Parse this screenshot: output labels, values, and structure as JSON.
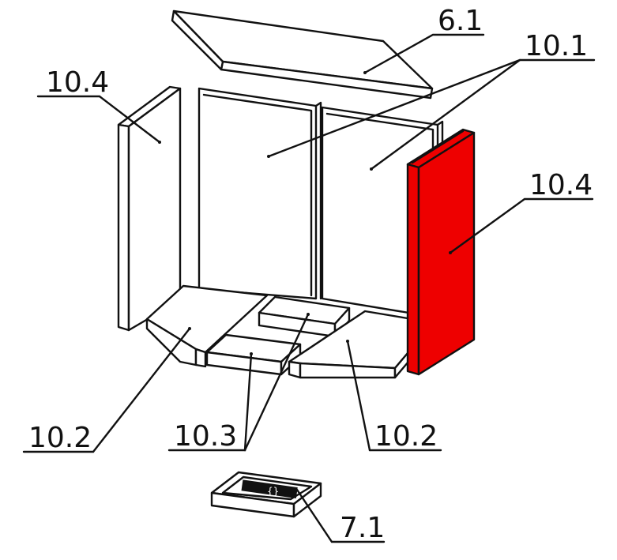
{
  "labels": {
    "top_cover": "6.1",
    "back_wall": "10.1",
    "left_side": "10.4",
    "right_side": "10.4",
    "floor_left": "10.2",
    "floor_middle": "10.3",
    "floor_right": "10.2",
    "ash_pan": "7.1"
  },
  "colors": {
    "highlight": "#ee0000",
    "line": "#111111",
    "background": "#ffffff"
  }
}
